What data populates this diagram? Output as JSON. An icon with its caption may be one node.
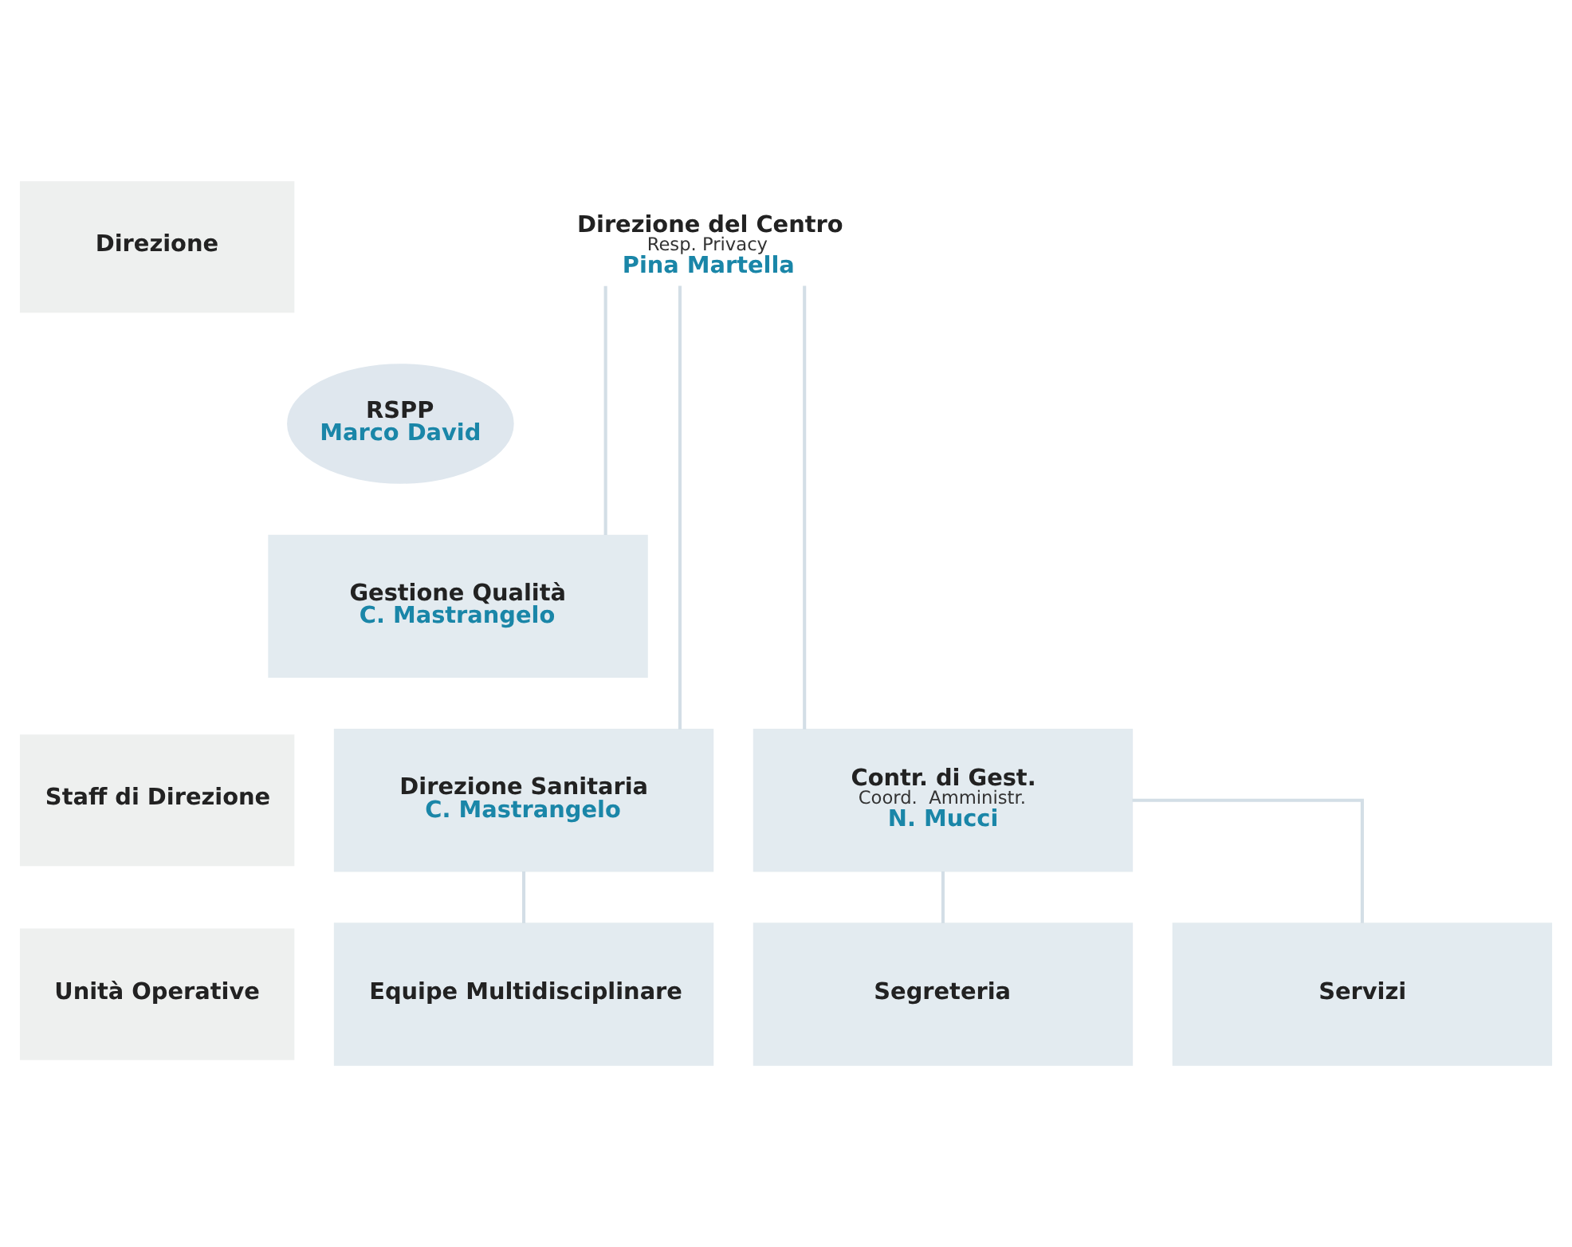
{
  "diagram": {
    "nodes": [
      {
        "text": [
          "Direzione"
        ]
      },
      {
        "text": [
          "Staff di Direzione"
        ]
      },
      {
        "text": [
          "Unità Operative"
        ]
      },
      {
        "text": [
          "Direzione del Centro",
          "Resp. Privacy",
          "Pina Martella"
        ]
      },
      {
        "text": [
          "RSPP",
          "Marco David"
        ]
      },
      {
        "text": [
          "Gestione Qualità",
          "C. Mastrangelo"
        ]
      },
      {
        "text": [
          "Direzione Sanitaria",
          "C. Mastrangelo"
        ]
      },
      {
        "text": [
          "Contr. di Gest.",
          "Coord.  Amministr.",
          "N. Mucci"
        ]
      },
      {
        "text": [
          "Equipe Multidisciplinare"
        ]
      },
      {
        "text": [
          "Segreteria"
        ]
      },
      {
        "text": [
          "Servizi"
        ]
      }
    ],
    "edges": [
      {
        "from": 3,
        "to": 5,
        "arrow": "none"
      },
      {
        "from": 3,
        "to": 6,
        "arrow": "none"
      },
      {
        "from": 3,
        "to": 7,
        "arrow": "none"
      },
      {
        "from": 6,
        "to": 8,
        "arrow": "none"
      },
      {
        "from": 7,
        "to": 9,
        "arrow": "none"
      },
      {
        "from": 7,
        "to": 10,
        "arrow": "none"
      }
    ]
  }
}
